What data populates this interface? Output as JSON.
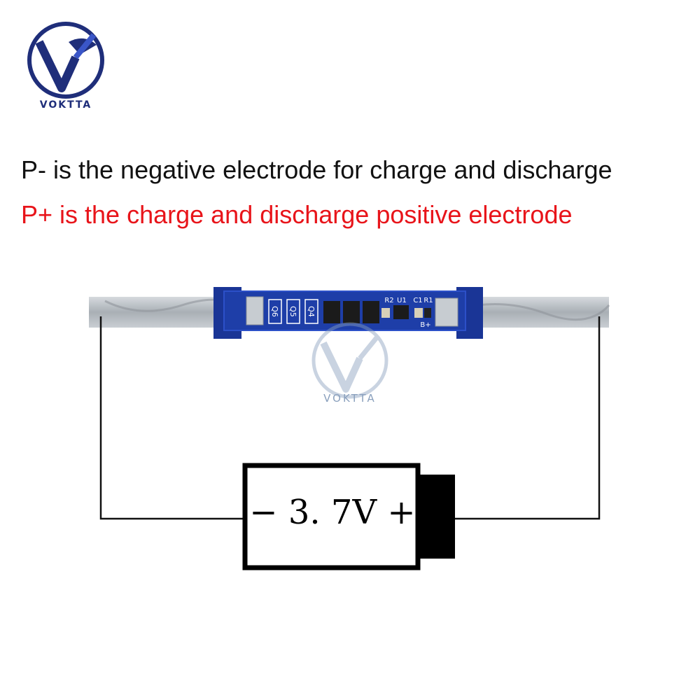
{
  "logo": {
    "brand": "VOKTTA"
  },
  "captions": {
    "negative": "P- is the negative electrode for charge and discharge",
    "positive": "P+ is the charge and discharge positive electrode"
  },
  "pcb": {
    "labels": [
      "Q6",
      "Q5",
      "Q4",
      "R2",
      "U1",
      "C1",
      "R1",
      "B+"
    ]
  },
  "watermark": {
    "brand": "VOKTTA"
  },
  "battery": {
    "label": "− 3. 7V +"
  },
  "colors": {
    "positive_text": "#e8141a",
    "pcb": "#1e3ea8",
    "strip": "#b9bec4",
    "brand": "#1f2e7a"
  }
}
